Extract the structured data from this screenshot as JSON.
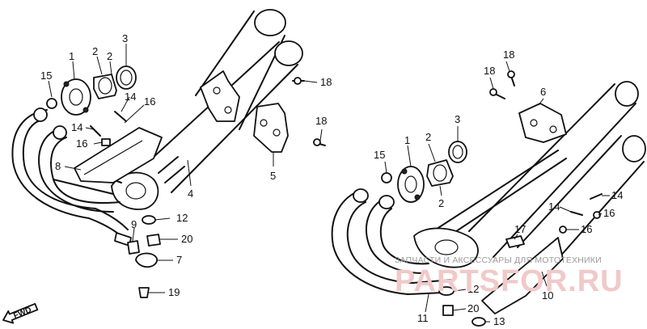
{
  "diagram": {
    "callouts": [
      {
        "id": "l-1",
        "text": "1"
      },
      {
        "id": "l-2a",
        "text": "2"
      },
      {
        "id": "l-2b",
        "text": "2"
      },
      {
        "id": "l-3",
        "text": "3"
      },
      {
        "id": "l-15",
        "text": "15"
      },
      {
        "id": "l-14a",
        "text": "14"
      },
      {
        "id": "l-16a",
        "text": "16"
      },
      {
        "id": "l-14b",
        "text": "14"
      },
      {
        "id": "l-16b",
        "text": "16"
      },
      {
        "id": "l-8",
        "text": "8"
      },
      {
        "id": "l-4",
        "text": "4"
      },
      {
        "id": "l-9",
        "text": "9"
      },
      {
        "id": "l-12a",
        "text": "12"
      },
      {
        "id": "l-20a",
        "text": "20"
      },
      {
        "id": "l-7",
        "text": "7"
      },
      {
        "id": "l-19",
        "text": "19"
      },
      {
        "id": "l-18a",
        "text": "18"
      },
      {
        "id": "l-5",
        "text": "5"
      },
      {
        "id": "l-18b",
        "text": "18"
      },
      {
        "id": "l-18c",
        "text": "18"
      },
      {
        "id": "l-18d",
        "text": "18"
      },
      {
        "id": "l-6",
        "text": "6"
      },
      {
        "id": "l-1r",
        "text": "1"
      },
      {
        "id": "l-2c",
        "text": "2"
      },
      {
        "id": "l-2d",
        "text": "2"
      },
      {
        "id": "l-3r",
        "text": "3"
      },
      {
        "id": "l-15r",
        "text": "15"
      },
      {
        "id": "l-14c",
        "text": "14"
      },
      {
        "id": "l-14d",
        "text": "14"
      },
      {
        "id": "l-16c",
        "text": "16"
      },
      {
        "id": "l-16d",
        "text": "16"
      },
      {
        "id": "l-17",
        "text": "17"
      },
      {
        "id": "l-10",
        "text": "10"
      },
      {
        "id": "l-12b",
        "text": "12"
      },
      {
        "id": "l-11",
        "text": "11"
      },
      {
        "id": "l-20b",
        "text": "20"
      },
      {
        "id": "l-13",
        "text": "13"
      }
    ],
    "direction_label": "FWD",
    "watermark": {
      "line1": "ЗАПЧАСТИ И АКСЕССУАРЫ ДЛЯ МОТОТЕХНИКИ",
      "line2": "PARTSFOR.RU"
    }
  }
}
